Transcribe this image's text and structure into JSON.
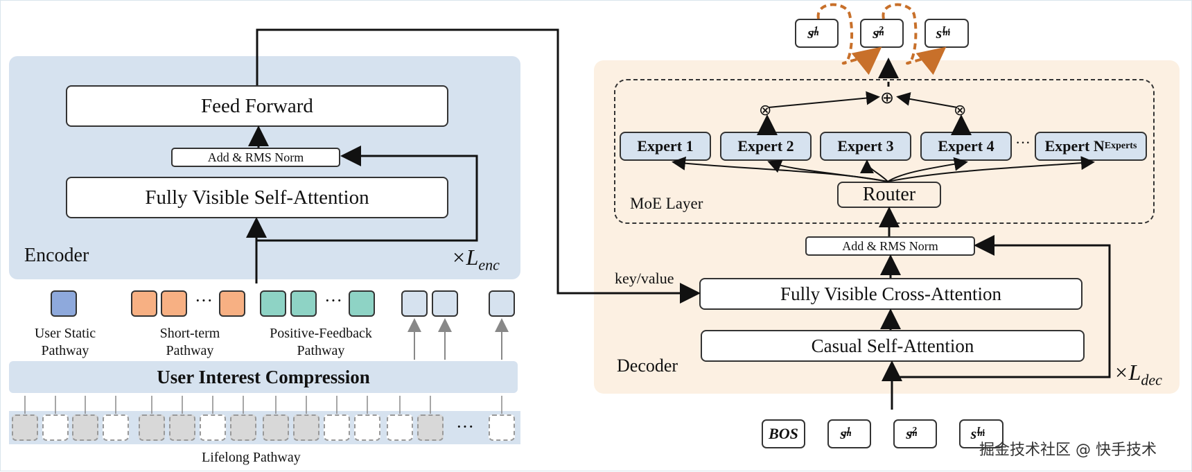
{
  "encoder": {
    "title": "Encoder",
    "repeat": "×L",
    "repeat_sub": "enc",
    "feed_forward": "Feed Forward",
    "add_norm": "Add & RMS Norm",
    "self_attention": "Fully Visible Self-Attention"
  },
  "pathways": {
    "user_static": "User Static\nPathway",
    "short_term": "Short-term\nPathway",
    "positive_feedback": "Positive-Feedback\nPathway",
    "ellipsis": "···",
    "compression": "User Interest Compression",
    "lifelong": "Lifelong Pathway"
  },
  "decoder": {
    "title": "Decoder",
    "repeat": "×L",
    "repeat_sub": "dec",
    "key_value": "key/value",
    "cross_attention": "Fully Visible Cross-Attention",
    "causal_attention": "Casual Self-Attention",
    "add_norm": "Add & RMS Norm",
    "router": "Router",
    "moe_label": "MoE Layer",
    "experts": [
      "Expert 1",
      "Expert 2",
      "Expert 3",
      "Expert 4"
    ],
    "expert_last": "Expert N",
    "expert_last_sub": "Experts",
    "expert_dots": "···"
  },
  "tokens": {
    "bos": "BOS",
    "s": "s",
    "m": "m",
    "sup1": "1",
    "sup2": "2",
    "supL": "L",
    "supL_sub": "t"
  },
  "symbols": {
    "otimes": "⊗",
    "oplus": "⊕"
  },
  "watermark": "掘金技术社区 @ 快手技术",
  "colors": {
    "encoder_bg": "#d6e2ef",
    "decoder_bg": "#fcf0e2",
    "static_token": "#8ea9dc",
    "short_term_token": "#f7b083",
    "positive_token": "#8ed3c5",
    "autoregressive_arrow": "#c8702a"
  }
}
